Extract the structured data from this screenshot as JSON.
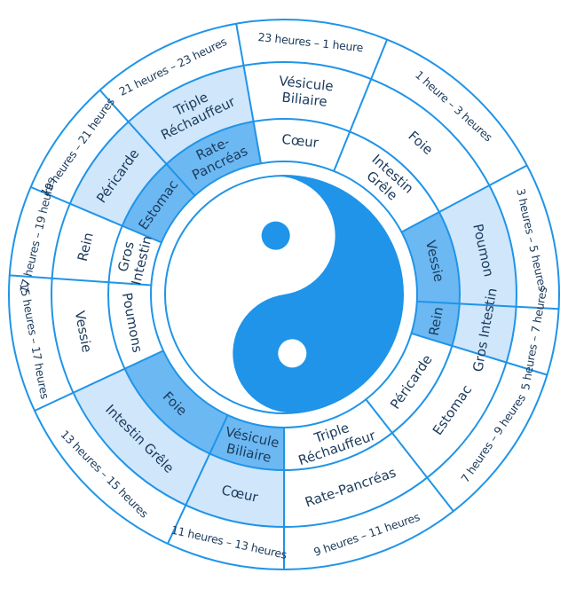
{
  "colors": {
    "accent": "#1f94e8",
    "shade_light": "#cfe6fb",
    "shade_mid": "#6cb8f2",
    "text": "#1b3a5b",
    "background": "#ffffff"
  },
  "segments": [
    {
      "time": "23 heures – 1 heure",
      "outer": [
        "Vésicule",
        "Biliaire"
      ],
      "inner": [
        "Cœur"
      ]
    },
    {
      "time": "1 heure – 3 heures",
      "outer": [
        "Foie"
      ],
      "inner": [
        "Intestin",
        "Grêle"
      ]
    },
    {
      "time": "3 heures – 5 heures",
      "outer": [
        "Poumon"
      ],
      "inner": [
        "Vessie"
      ]
    },
    {
      "time": "5 heures – 7 heures",
      "outer": [
        "Gros Intestin"
      ],
      "inner": [
        "Rein"
      ]
    },
    {
      "time": "7 heures – 9 heures",
      "outer": [
        "Estomac"
      ],
      "inner": [
        "Péricarde"
      ]
    },
    {
      "time": "9 heures – 11 heures",
      "outer": [
        "Rate-Pancréas"
      ],
      "inner": [
        "Triple",
        "Réchauffeur"
      ]
    },
    {
      "time": "11 heures – 13 heures",
      "outer": [
        "Cœur"
      ],
      "inner": [
        "Vésicule",
        "Biliaire"
      ]
    },
    {
      "time": "13 heures – 15 heures",
      "outer": [
        "Intestin Grêle"
      ],
      "inner": [
        "Foie"
      ]
    },
    {
      "time": "15 heures – 17 heures",
      "outer": [
        "Vessie"
      ],
      "inner": [
        "Poumons"
      ]
    },
    {
      "time": "17 heures – 19 heures",
      "outer": [
        "Rein"
      ],
      "inner": [
        "Gros",
        "Intestin"
      ]
    },
    {
      "time": "19 heures – 21 heures",
      "outer": [
        "Péricarde"
      ],
      "inner": [
        "Estomac"
      ]
    },
    {
      "time": "21 heures – 23 heures",
      "outer": [
        "Triple",
        "Réchauffeur"
      ],
      "inner": [
        "Rate-",
        "Pancréas"
      ]
    }
  ]
}
